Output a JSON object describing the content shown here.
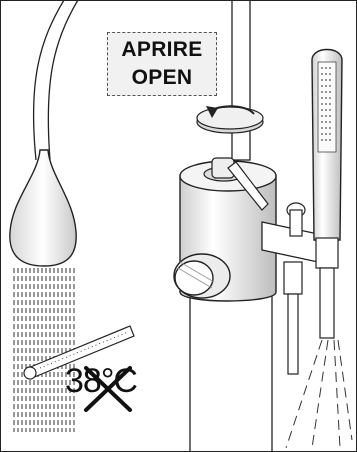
{
  "instruction_label": {
    "line1": "APRIRE",
    "line2": "OPEN"
  },
  "temperature": {
    "text": "38°C",
    "crossed_out": true
  },
  "icons": [
    "rotate-arrow-icon",
    "thermometer-icon",
    "cross-out-icon"
  ],
  "colors": {
    "line": "#222222",
    "shade": "#e0e0e0",
    "label_bg": "#f1f1f1"
  }
}
